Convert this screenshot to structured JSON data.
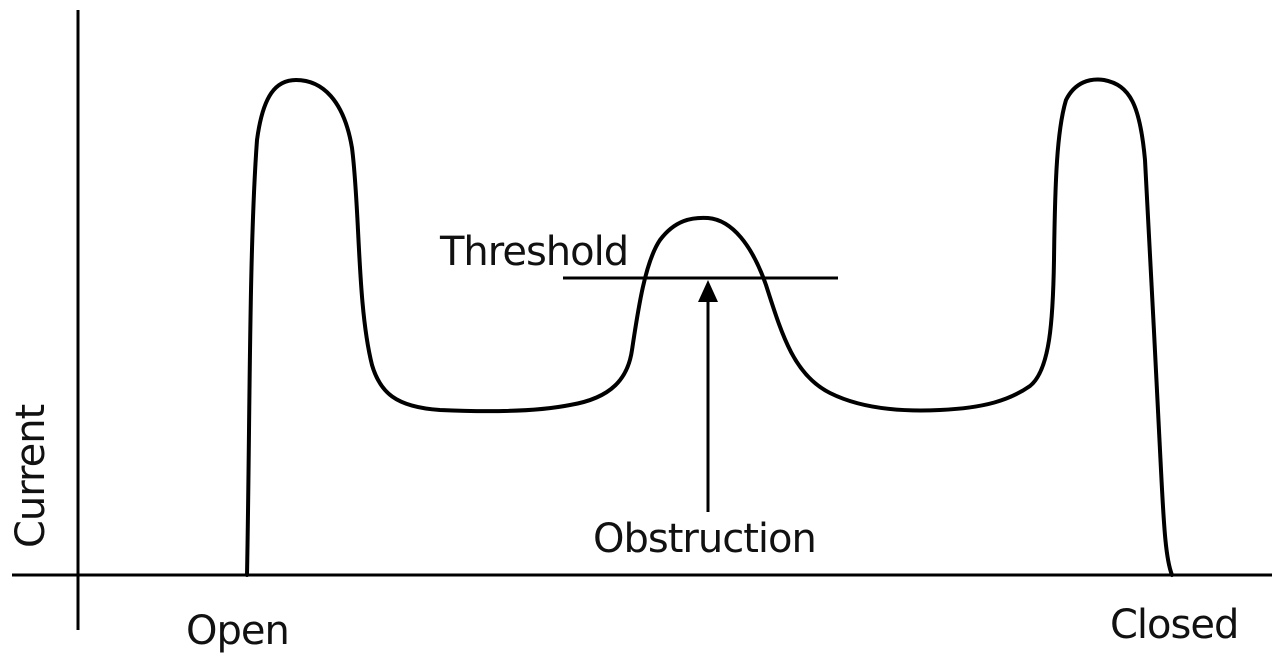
{
  "labels": {
    "y_axis": "Current",
    "start": "Open",
    "end": "Closed",
    "threshold": "Threshold",
    "obstruction": "Obstruction"
  },
  "colors": {
    "ink": "#000000",
    "background": "#ffffff"
  }
}
